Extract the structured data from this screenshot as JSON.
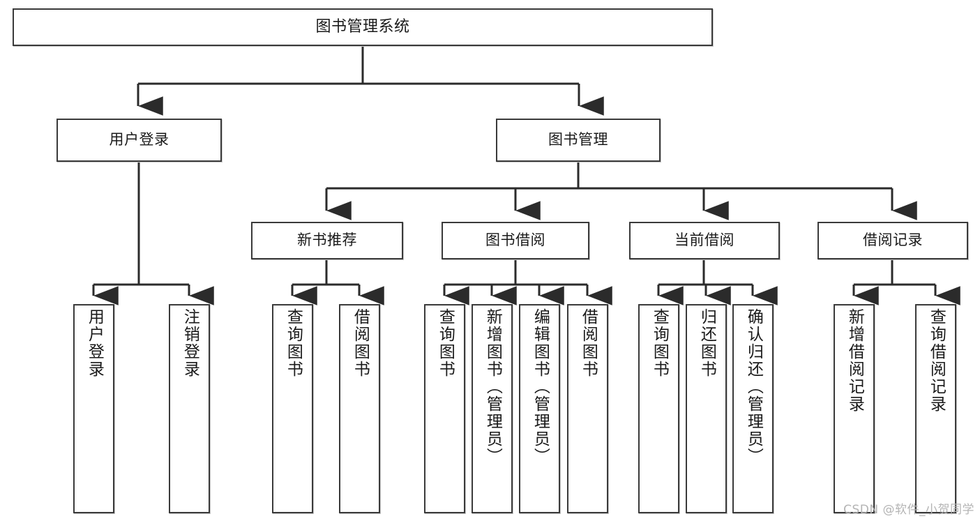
{
  "diagram": {
    "title": "图书管理系统",
    "watermark": "CSDN @软件_小贺同学",
    "stroke_color": "#3a3a3a",
    "text_color": "#1a1a1a",
    "background_color": "#ffffff"
  },
  "nodes": {
    "root": {
      "label": "图书管理系统"
    },
    "level2": [
      {
        "label": "用户登录"
      },
      {
        "label": "图书管理"
      }
    ],
    "level3": [
      {
        "label": "新书推荐"
      },
      {
        "label": "图书借阅"
      },
      {
        "label": "当前借阅"
      },
      {
        "label": "借阅记录"
      }
    ],
    "leaves": {
      "user_login": [
        {
          "label": "用户登录"
        },
        {
          "label": "注销登录"
        }
      ],
      "new_books": [
        {
          "label": "查询图书"
        },
        {
          "label": "借阅图书"
        }
      ],
      "book_borrow": [
        {
          "label": "查询图书"
        },
        {
          "label": "新增图书（管理员）"
        },
        {
          "label": "编辑图书（管理员）"
        },
        {
          "label": "借阅图书"
        }
      ],
      "current_borrow": [
        {
          "label": "查询图书"
        },
        {
          "label": "归还图书"
        },
        {
          "label": "确认归还（管理员）"
        }
      ],
      "borrow_records": [
        {
          "label": "新增借阅记录"
        },
        {
          "label": "查询借阅记录"
        }
      ]
    }
  }
}
